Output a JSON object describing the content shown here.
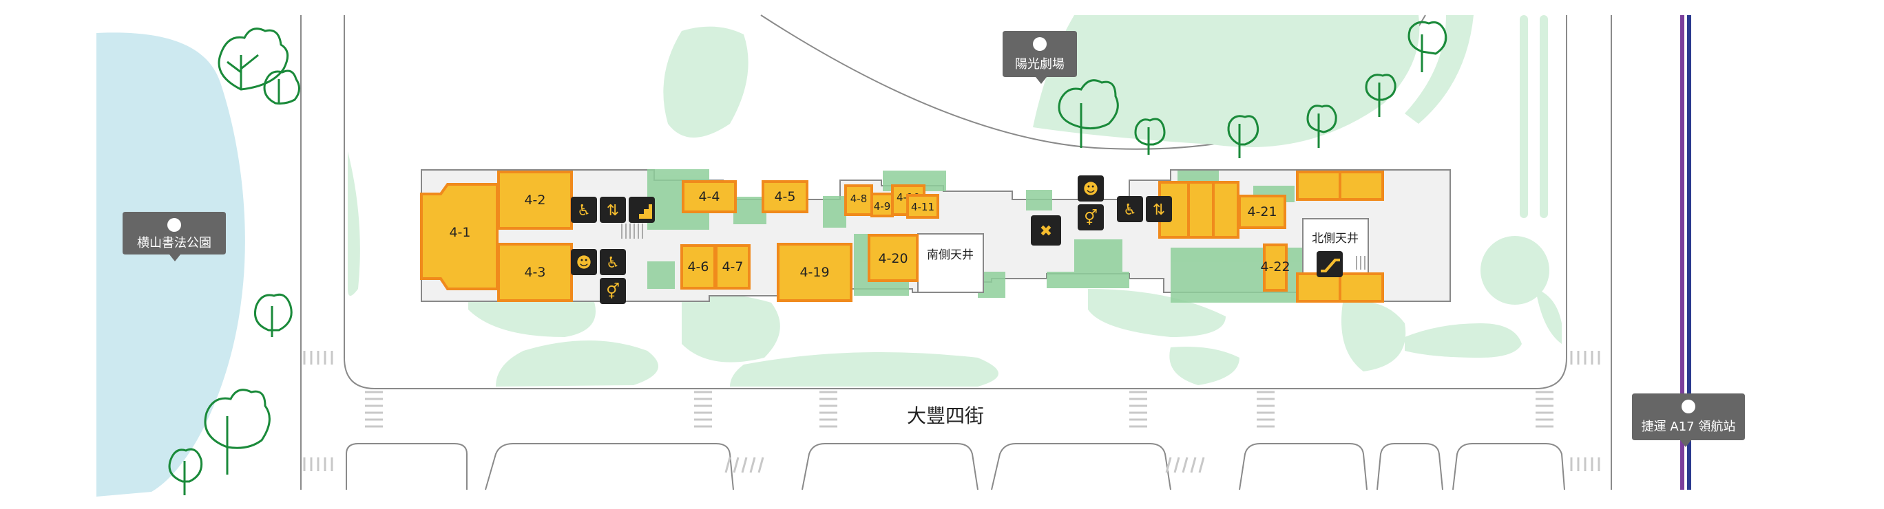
{
  "colors": {
    "water": "#cde9f0",
    "greenery": "#d6f0dd",
    "planter": "#7fc48f",
    "unit_fill": "#f6bd2e",
    "unit_border": "#f08a1c",
    "floor": "#f1f1f1",
    "outline": "#888888",
    "tree": "#1a8a3a",
    "icon_bg": "#222222",
    "icon_fg": "#f6bd2e",
    "callout_bg": "#666666",
    "metro_line_purple": "#7b3f9b",
    "metro_line_blue": "#2b3a8f"
  },
  "street": {
    "name": "大豐四街"
  },
  "atriums": {
    "south": "南側天井",
    "north": "北側天井"
  },
  "landmarks": {
    "park": {
      "label": "横山書法公園",
      "icon": "park-icon"
    },
    "theater": {
      "label": "陽光劇場",
      "icon": "theater-icon"
    },
    "metro": {
      "label": "捷運 A17 領航站",
      "icon": "metro-icon"
    }
  },
  "units": {
    "u4_1": "4-1",
    "u4_2": "4-2",
    "u4_3": "4-3",
    "u4_4": "4-4",
    "u4_5": "4-5",
    "u4_6": "4-6",
    "u4_7": "4-7",
    "u4_8": "4-8",
    "u4_9": "4-9",
    "u4_10": "4-10",
    "u4_11": "4-11",
    "u4_19": "4-19",
    "u4_20": "4-20",
    "u4_21": "4-21",
    "u4_22": "4-22"
  },
  "facility_icons": [
    "accessible-elevator-icon",
    "elevator-icon",
    "stairs-icon",
    "family-restroom-icon",
    "accessible-restroom-icon",
    "restroom-icon",
    "service-tools-icon",
    "escalator-icon"
  ]
}
